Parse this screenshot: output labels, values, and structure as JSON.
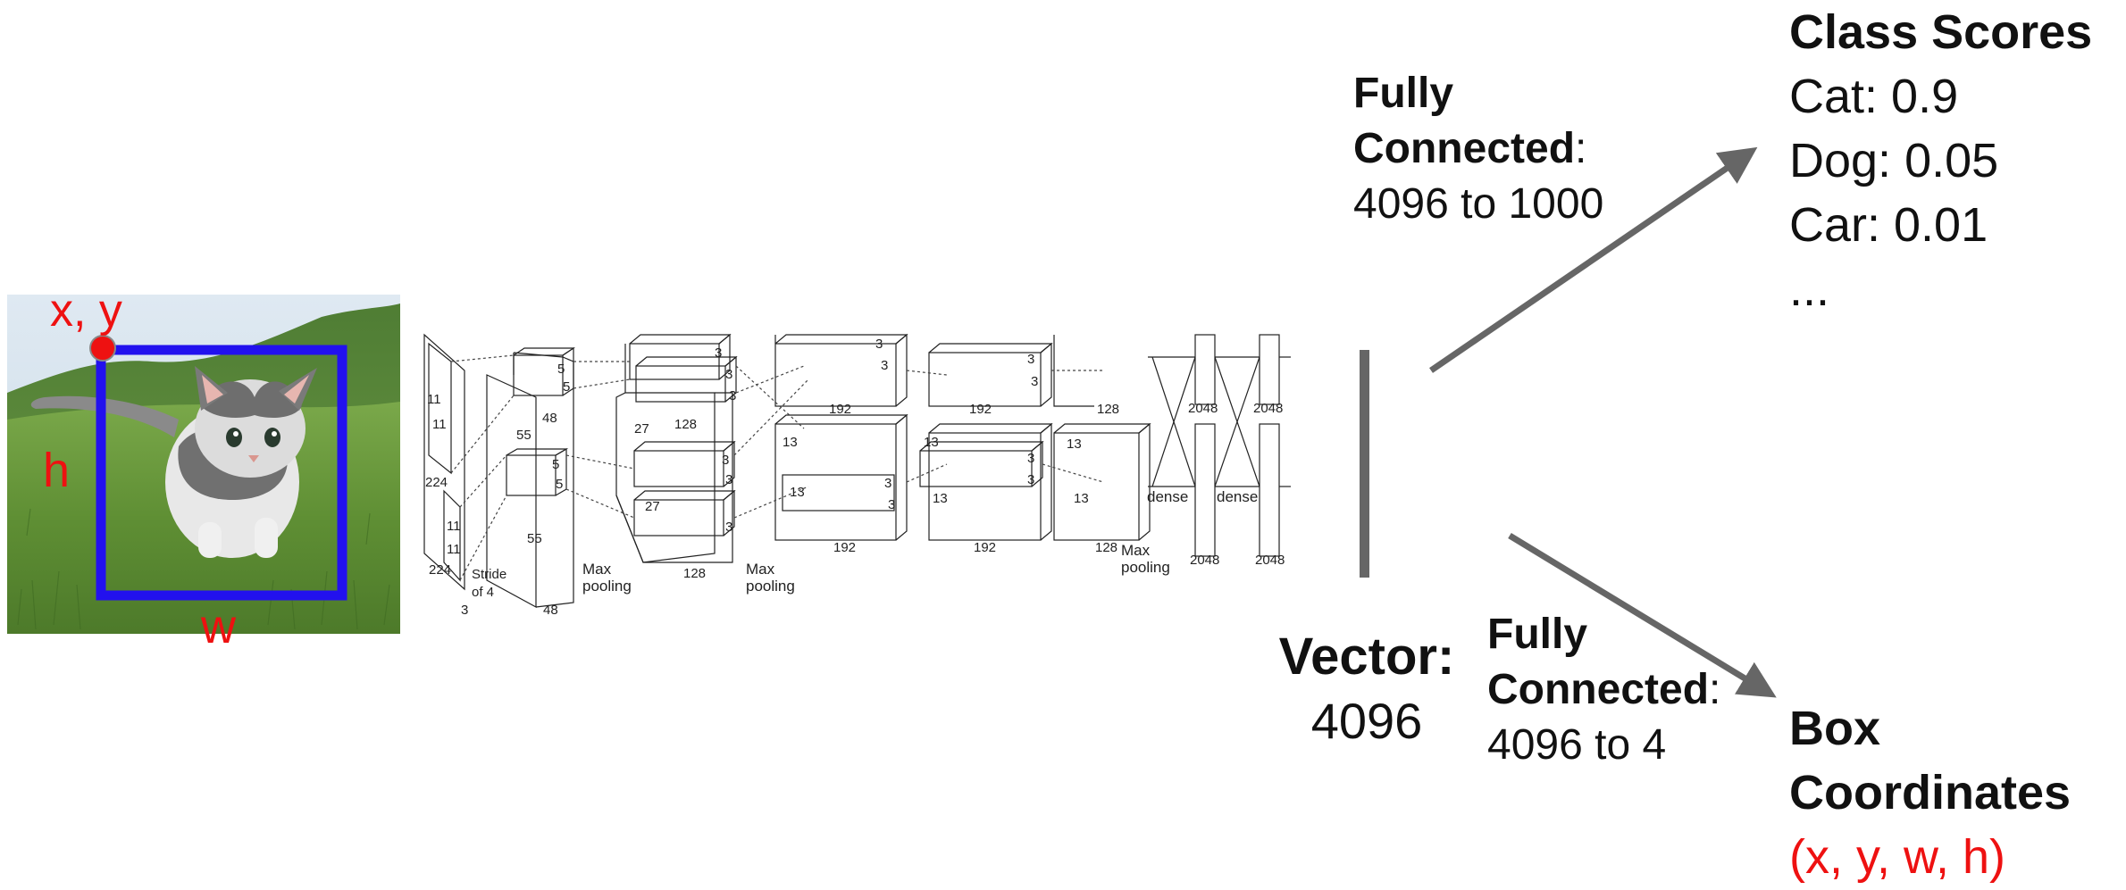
{
  "input_image": {
    "description_icon": "kitten-photo",
    "bbox_color": "#2211ee",
    "corner_color": "#ee1111",
    "labels": {
      "xy": "x, y",
      "h": "h",
      "w": "w"
    }
  },
  "network": {
    "conv_labels": {
      "in_224_a": "224",
      "in_224_b": "224",
      "in_3": "3",
      "k11_a": "11",
      "k11_b": "11",
      "k11_c": "11",
      "k11_d": "11",
      "stride": "Stride",
      "of4": "of 4",
      "l1_55_a": "55",
      "l1_55_b": "55",
      "l1_48_a": "48",
      "l1_48_b": "48",
      "l1_5_a": "5",
      "l1_5_b": "5",
      "l1_5_c": "5",
      "l1_5_d": "5",
      "maxpool1_a": "Max",
      "maxpool1_b": "pooling",
      "l2_27_a": "27",
      "l2_27_b": "27",
      "l2_128_a": "128",
      "l2_128_b": "128",
      "l2_3_a": "3",
      "l2_3_b": "3",
      "l2_3_c": "3",
      "l2_3_d": "3",
      "l2_3_e": "3",
      "l2_3_f": "3",
      "maxpool2_a": "Max",
      "maxpool2_b": "pooling",
      "l3_13_a": "13",
      "l3_13_b": "13",
      "l3_192_a": "192",
      "l3_192_b": "192",
      "l3_3_a": "3",
      "l3_3_b": "3",
      "l3_3_c": "3",
      "l3_3_d": "3",
      "l4_13_a": "13",
      "l4_13_b": "13",
      "l4_192_a": "192",
      "l4_192_b": "192",
      "l4_3_a": "3",
      "l4_3_b": "3",
      "l4_3_c": "3",
      "l4_3_d": "3",
      "l5_13_a": "13",
      "l5_13_b": "13",
      "l5_128_a": "128",
      "l5_128_b": "128",
      "maxpool3_a": "Max",
      "maxpool3_b": "pooling",
      "dense_a": "dense",
      "dense_b": "dense",
      "fc_2048_a": "2048",
      "fc_2048_b": "2048",
      "fc_2048_c": "2048",
      "fc_2048_d": "2048"
    }
  },
  "vector": {
    "title": "Vector:",
    "size": "4096"
  },
  "fc_top": {
    "line1": "Fully",
    "line2_bold": "Connected",
    "line2_rest": ":",
    "line3": "4096 to 1000"
  },
  "fc_bottom": {
    "line1": "Fully",
    "line2_bold": "Connected",
    "line2_rest": ":",
    "line3": "4096 to 4"
  },
  "class_scores": {
    "title": "Class Scores",
    "items": [
      "Cat: 0.9",
      "Dog: 0.05",
      "Car: 0.01",
      "..."
    ]
  },
  "box_coords": {
    "title_line1": "Box",
    "title_line2": "Coordinates",
    "value": "(x, y, w, h)",
    "value_color": "#ee1111"
  },
  "colors": {
    "arrow": "#666666",
    "vector_bar": "#666666"
  }
}
